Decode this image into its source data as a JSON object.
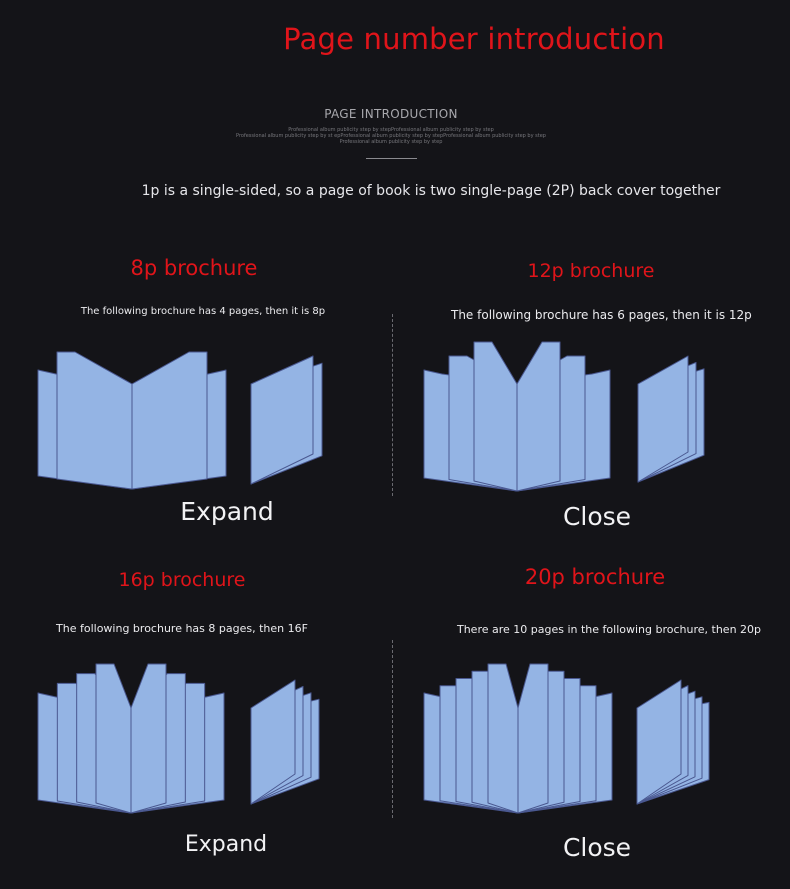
{
  "header": {
    "title": "Page number introduction",
    "subtitle": "PAGE INTRODUCTION",
    "fine_print": [
      "Professional album publicity step by stepProfessional album publicity step by step",
      "Professional album publicity step by st     epProfessional album publicity step by stepProfessional album publicity step by step",
      "Professional album publicity step by step"
    ],
    "intro": "1p is a single-sided, so a page of book is two single-page (2P) back cover together"
  },
  "sections": [
    {
      "heading": "8p brochure",
      "description": "The following brochure has 4 pages, then it is 8p",
      "caption": "Expand",
      "pages": 4
    },
    {
      "heading": "12p brochure",
      "description": "The following brochure has 6 pages, then it is 12p",
      "caption": "Close",
      "pages": 6
    },
    {
      "heading": "16p brochure",
      "description": "The following brochure has 8 pages, then 16F",
      "caption": "Expand",
      "pages": 8
    },
    {
      "heading": "20p brochure",
      "description": "There are 10 pages in the following brochure, then 20p",
      "caption": "Close",
      "pages": 10
    }
  ],
  "colors": {
    "background": "#141418",
    "heading_red": "#e0141a",
    "page_fill": "#94b4e4",
    "page_stroke": "#4a5890"
  }
}
